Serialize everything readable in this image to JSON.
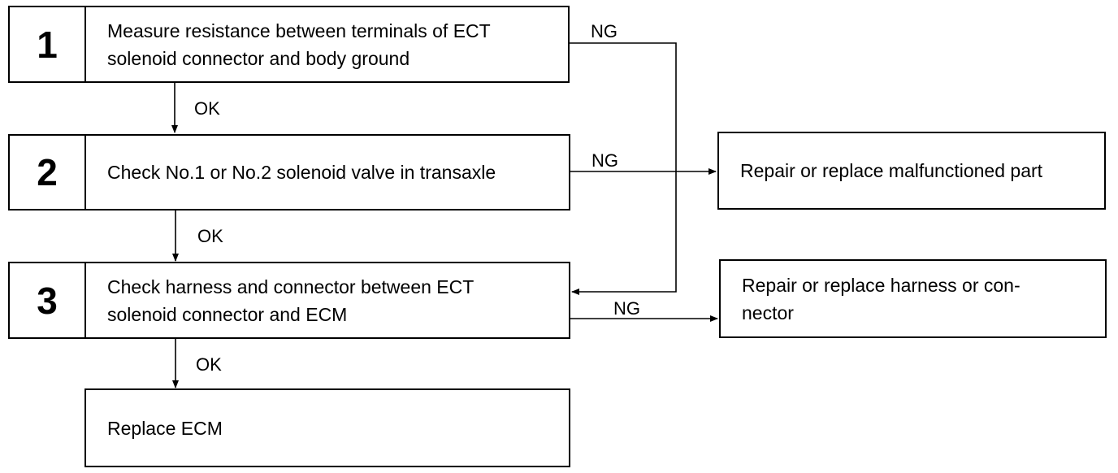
{
  "steps": [
    {
      "number": "1",
      "text": "Measure resistance between terminals of ECT\nsolenoid connector and body ground"
    },
    {
      "number": "2",
      "text": "Check No.1 or No.2 solenoid valve in transaxle"
    },
    {
      "number": "3",
      "text": "Check harness and connector between ECT\nsolenoid connector and ECM"
    }
  ],
  "results": {
    "replace_ecm": "Replace ECM",
    "repair_part": "Repair or replace malfunctioned part",
    "repair_harness": "Repair or replace harness or con-\nnector"
  },
  "labels": {
    "ok_1": "OK",
    "ok_2": "OK",
    "ok_3": "OK",
    "ng_1": "NG",
    "ng_2": "NG",
    "ng_3": "NG"
  }
}
